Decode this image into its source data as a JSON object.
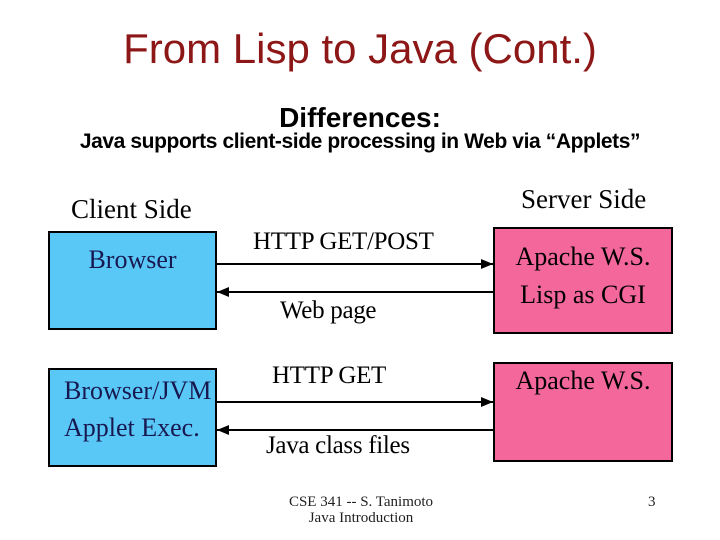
{
  "slide": {
    "title": "From Lisp to Java (Cont.)",
    "heading": "Differences:",
    "subheading": "Java supports client-side processing in Web via “Applets”",
    "footer": {
      "course": "CSE 341 -- S. Tanimoto",
      "topic": "Java Introduction",
      "page_number": "3"
    },
    "colors": {
      "title_text": "#8d1717",
      "body_text": "#000000",
      "client_box_fill": "#5ac8f7",
      "server_box_fill": "#f4679b",
      "client_box_text": "#181850",
      "box_border": "#000000",
      "background": "#ffffff"
    }
  },
  "diagram": {
    "client_side_label": "Client Side",
    "server_side_label": "Server Side",
    "client_boxes": [
      {
        "lines": [
          "Browser"
        ]
      },
      {
        "lines": [
          "Browser/JVM",
          "Applet Exec."
        ]
      }
    ],
    "server_boxes": [
      {
        "lines": [
          "Apache W.S.",
          "Lisp as CGI"
        ]
      },
      {
        "lines": [
          "Apache W.S."
        ]
      }
    ],
    "arrows": [
      {
        "label": "HTTP GET/POST",
        "direction": "right"
      },
      {
        "label": "Web page",
        "direction": "left"
      },
      {
        "label": "HTTP GET",
        "direction": "right"
      },
      {
        "label": "Java class files",
        "direction": "left"
      }
    ]
  }
}
